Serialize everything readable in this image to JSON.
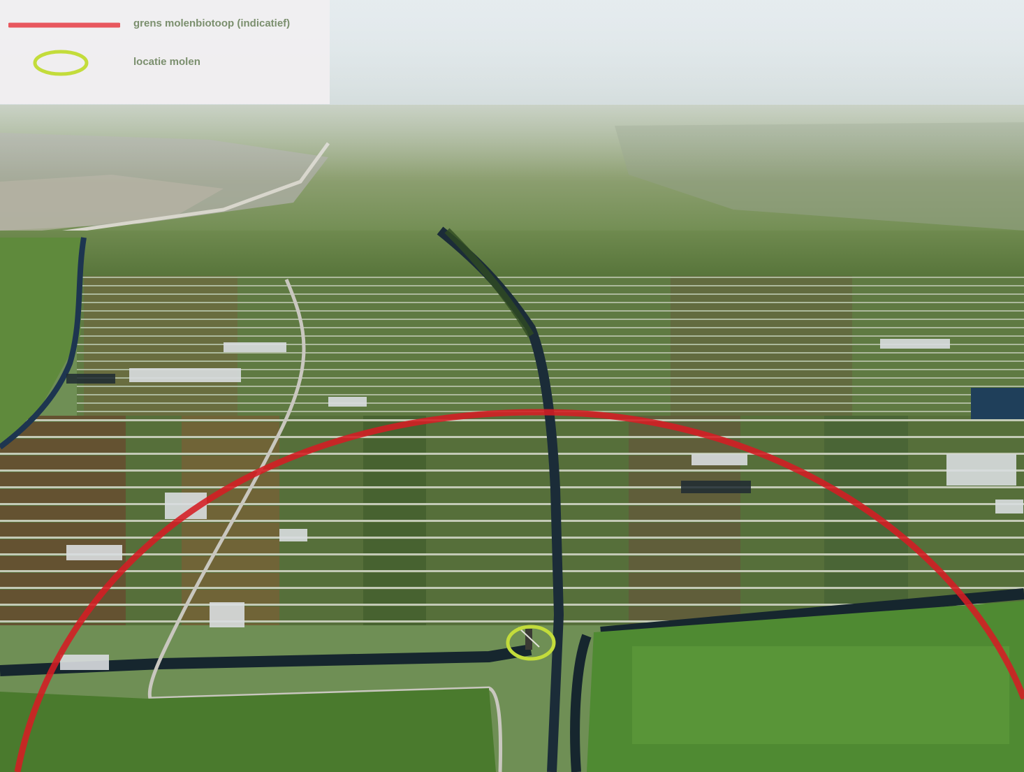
{
  "legend": {
    "boundary": {
      "label": "grens molenbiotoop (indicatief)",
      "color": "#e8474f",
      "icon": "red-line-swatch"
    },
    "mill": {
      "label": "locatie molen",
      "color": "#c3dc3b",
      "icon": "green-ring-swatch"
    }
  },
  "map": {
    "boundary_color": "#d51c23",
    "mill_marker_color": "#c3dc3b",
    "landscape": "aerial-photo-polder"
  }
}
